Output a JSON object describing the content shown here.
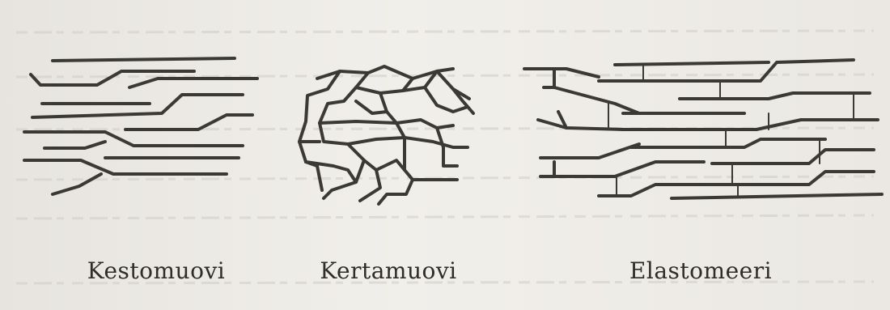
{
  "labels": {
    "thermoplastic": "Kestomuovi",
    "thermoset": "Kertamuovi",
    "elastomer": "Elastomeeri"
  },
  "colors": {
    "ink": "#3a3935",
    "paper": "#ece9e4"
  }
}
